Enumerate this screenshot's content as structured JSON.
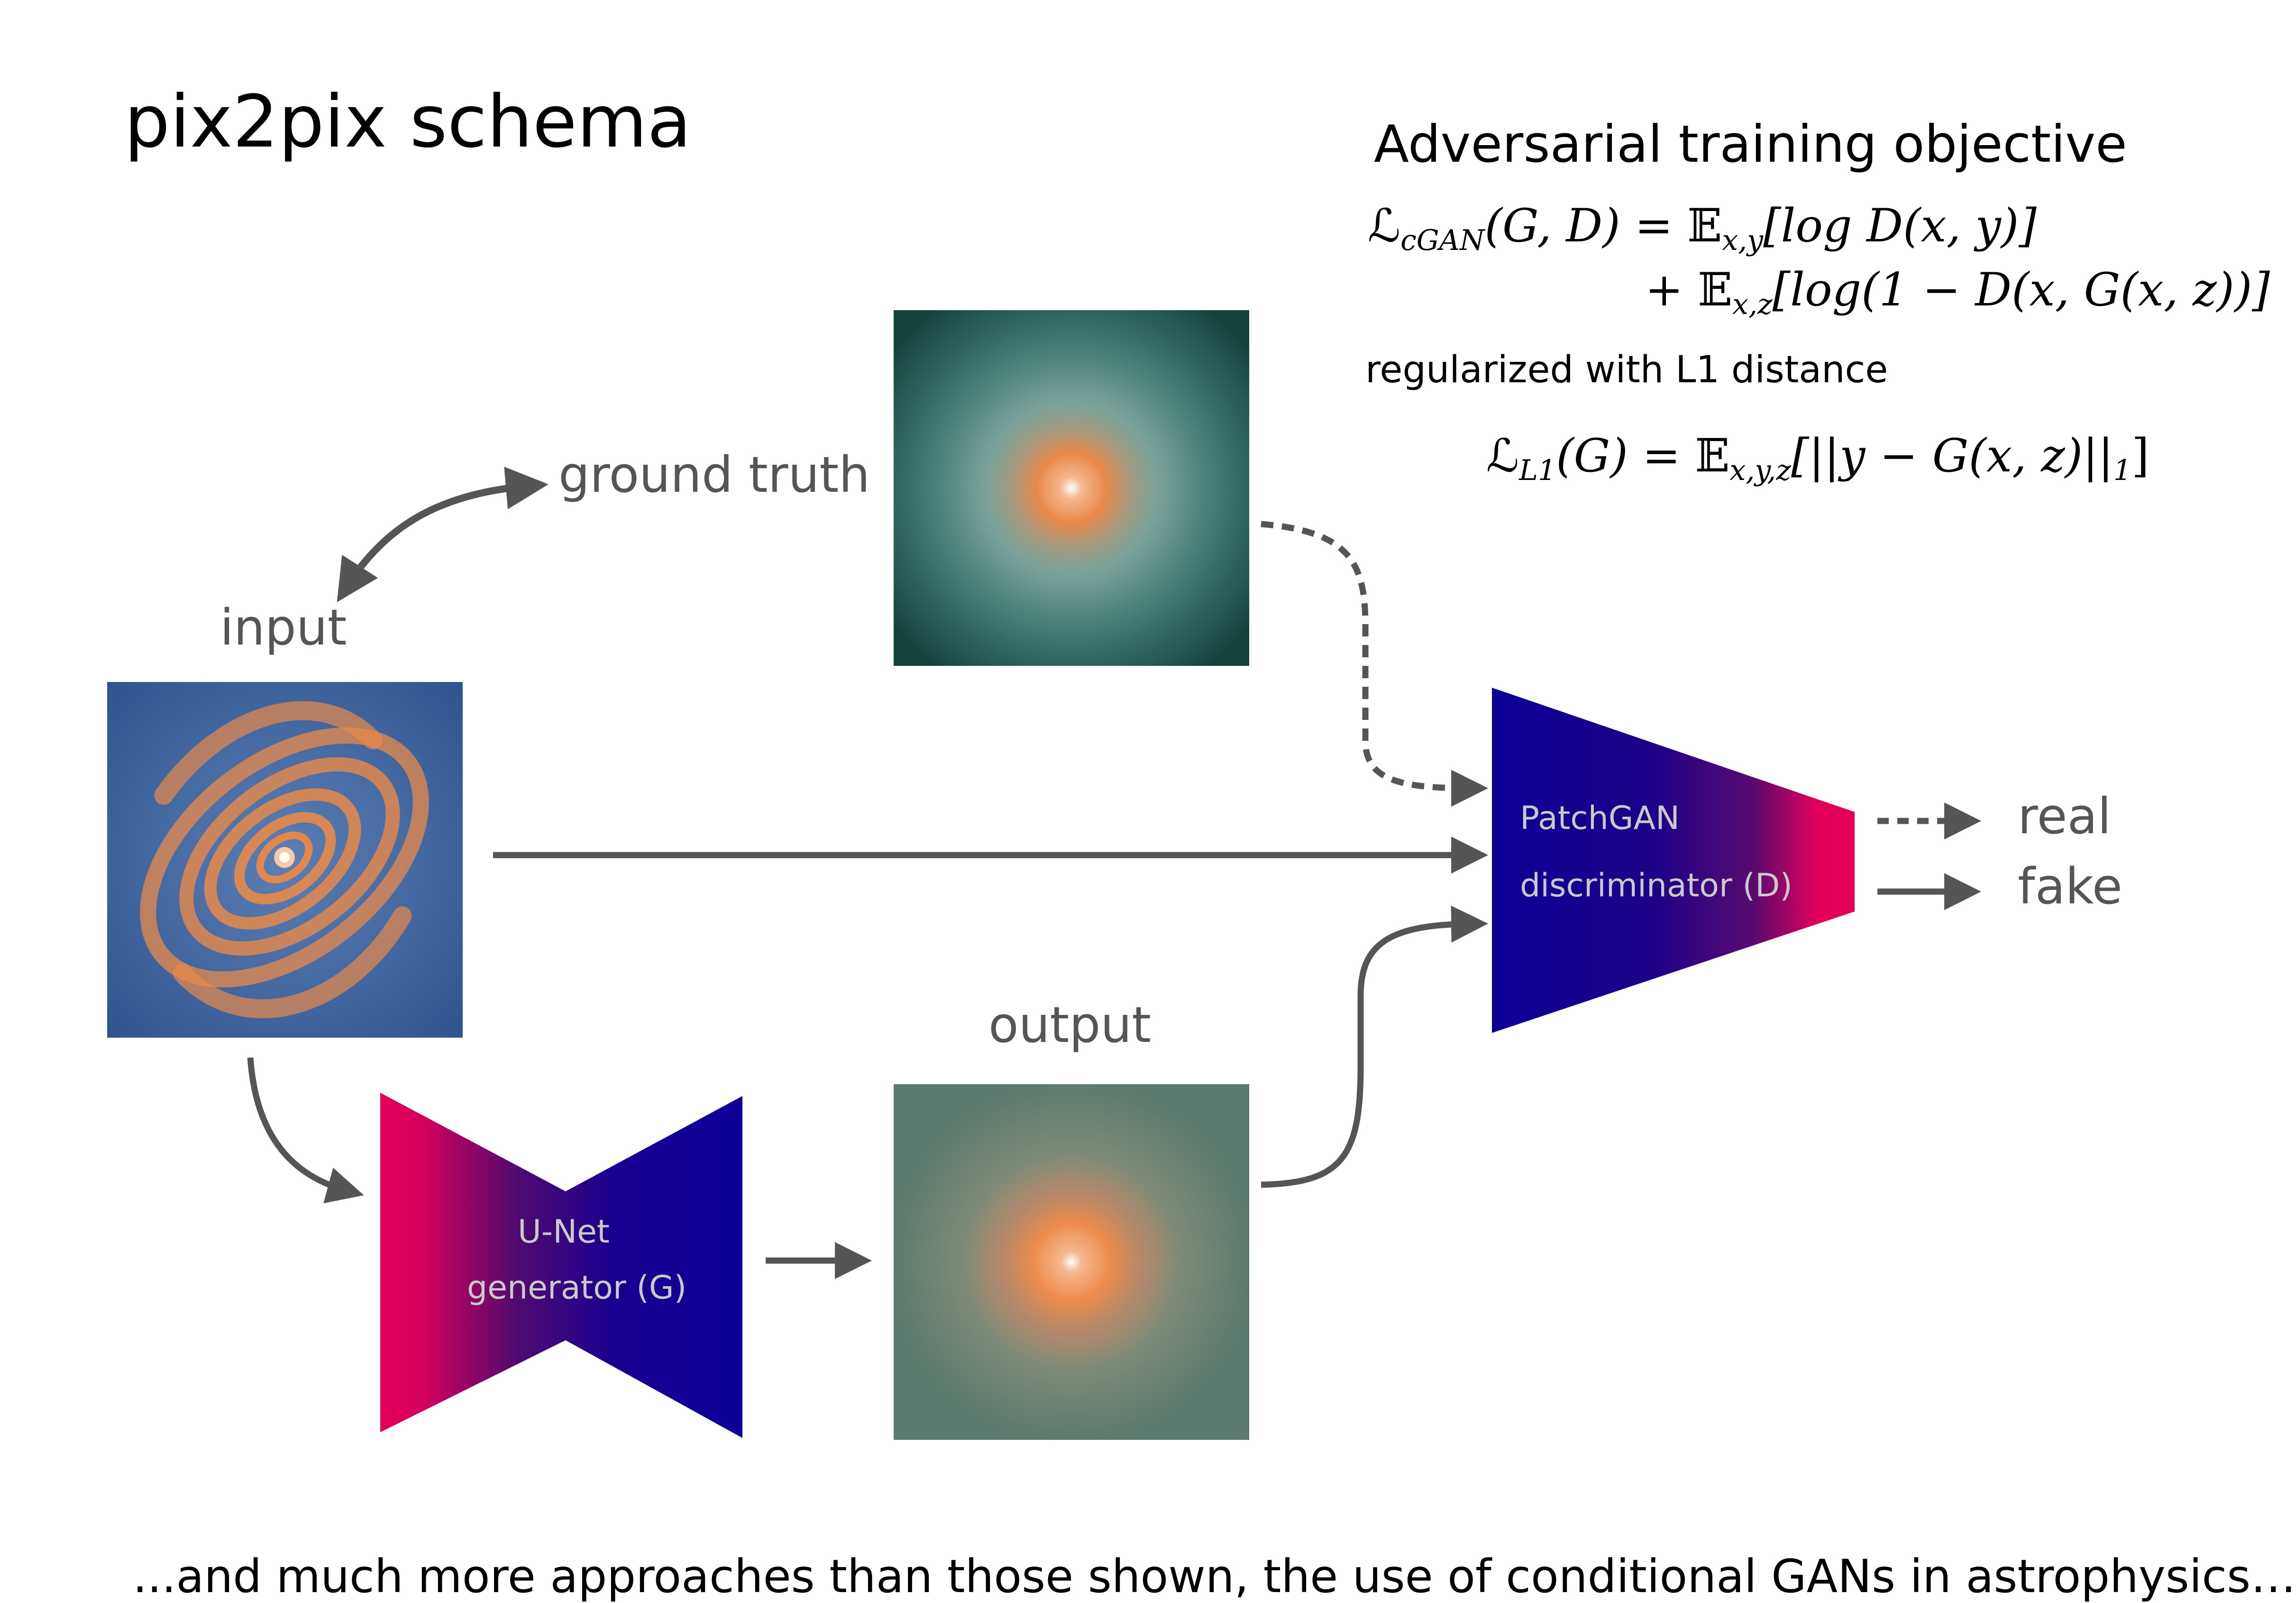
{
  "title": "pix2pix schema",
  "objective": {
    "heading": "Adversarial training objective",
    "cgan_line1": {
      "lhs_symbol": "ℒ",
      "lhs_sub": "cGAN",
      "lhs_args": "(G, D) = ",
      "expectation": "𝔼",
      "exp_sub": "x,y",
      "rhs": "[log D(x, y)]"
    },
    "cgan_line2": {
      "plus": "+ ",
      "expectation": "𝔼",
      "exp_sub": "x,z",
      "rhs": "[log(1 − D(x, G(x, z))]"
    },
    "regularization_text": "regularized with L1 distance",
    "l1_line": {
      "lhs_symbol": "ℒ",
      "lhs_sub": "L1",
      "lhs_args": "(G) = ",
      "expectation": "𝔼",
      "exp_sub": "x,y,z",
      "rhs": "[||y − G(x, z)||",
      "norm_sub": "1",
      "close": "]"
    }
  },
  "nodes": {
    "ground_truth_label": "ground truth",
    "input_label": "input",
    "output_label": "output",
    "generator": {
      "line1": "U-Net",
      "line2": "generator (G)"
    },
    "discriminator": {
      "line1": "PatchGAN",
      "line2": "discriminator (D)"
    },
    "real_label": "real",
    "fake_label": "fake"
  },
  "colors": {
    "arrow": "#555555",
    "net_pink": "#e4005a",
    "net_blue": "#0c0097",
    "input_bg": "#3b5e9e",
    "input_galaxy": "#e8894a",
    "gt_center": "#f4a06a",
    "gt_outer": "#14423d",
    "output_center": "#f4a06a",
    "output_outer": "#5e7b6f"
  },
  "caption": "...and much more approaches than those shown, the use of conditional GANs in astrophysics…"
}
